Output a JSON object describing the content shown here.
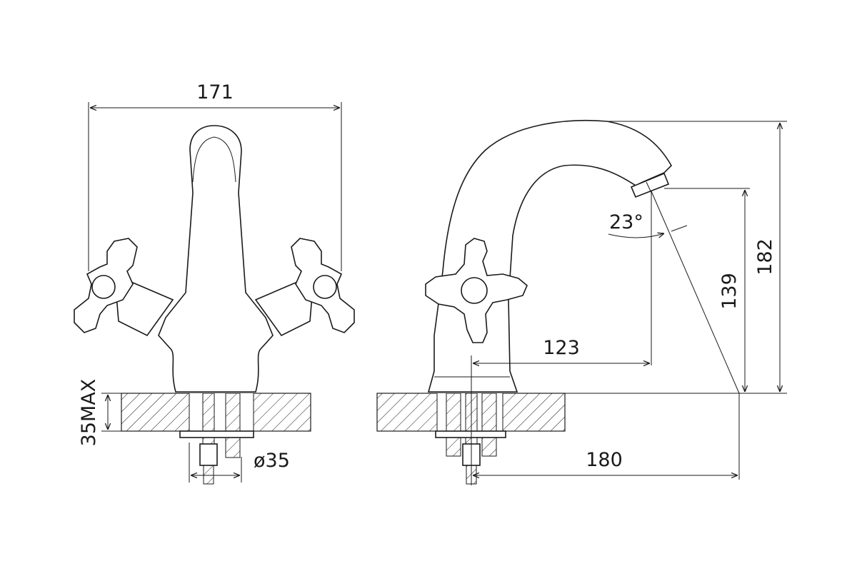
{
  "dimensions": {
    "front_width": "171",
    "deck_thickness": "35MAX",
    "hole_diameter": "ø35",
    "spout_angle": "23°",
    "spout_reach": "123",
    "outlet_height": "139",
    "total_height": "182",
    "mount_to_outlet": "180"
  },
  "colors": {
    "ink": "#1a1a1a",
    "background": "#ffffff"
  }
}
